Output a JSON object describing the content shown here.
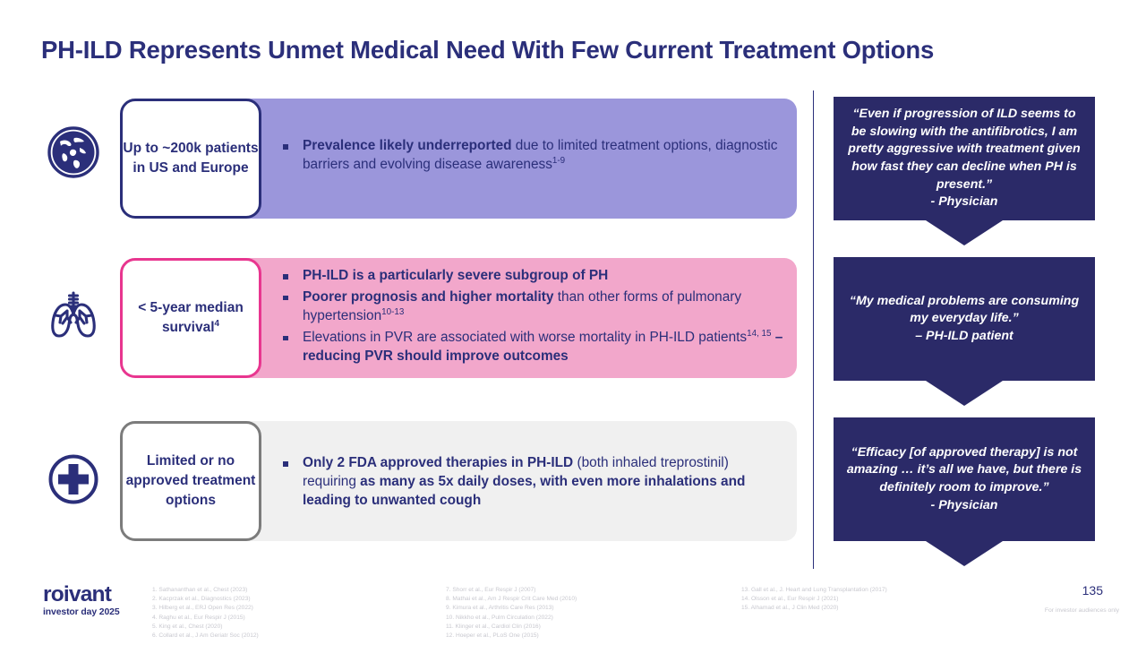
{
  "slide": {
    "title": "PH-ILD Represents Unmet Medical Need With Few Current Treatment Options",
    "page_number": "135",
    "disclaimer": "For investor audiences only"
  },
  "brand": {
    "name": "roivant",
    "tagline": "investor day 2025",
    "navy": "#2b2f7a",
    "quote_navy": "#2b2a68",
    "purple": "#9b96db",
    "pink": "#f2a7cb",
    "pink_border": "#e8368f",
    "gray": "#f0f0f0",
    "gray_border": "#7c7c7c"
  },
  "rows": [
    {
      "icon": "globe-icon",
      "pill": "Up to ~200k patients in US and Europe",
      "band_color": "purple",
      "bullets": [
        {
          "segments": [
            {
              "text": "Prevalence likely underreported",
              "bold": true
            },
            {
              "text": " due to limited treatment options, diagnostic barriers and evolving disease awareness",
              "bold": false
            },
            {
              "text": "1-9",
              "sup": true
            }
          ]
        }
      ]
    },
    {
      "icon": "lungs-icon",
      "pill": "< 5-year median survival",
      "pill_sup": "4",
      "band_color": "pink",
      "bullets": [
        {
          "segments": [
            {
              "text": "PH-ILD is a particularly severe subgroup of PH",
              "bold": true
            }
          ]
        },
        {
          "segments": [
            {
              "text": "Poorer prognosis and higher mortality",
              "bold": true
            },
            {
              "text": " than other forms of pulmonary hypertension",
              "bold": false
            },
            {
              "text": "10-13",
              "sup": true
            }
          ]
        },
        {
          "segments": [
            {
              "text": "Elevations in PVR are associated with worse mortality in PH-ILD patients",
              "bold": false
            },
            {
              "text": "14, 15",
              "sup": true
            },
            {
              "text": " – reducing PVR should improve outcomes",
              "bold": true
            }
          ]
        }
      ]
    },
    {
      "icon": "medical-cross-icon",
      "pill": "Limited or no approved treatment options",
      "band_color": "gray",
      "bullets": [
        {
          "segments": [
            {
              "text": "Only 2 FDA approved therapies in PH-ILD",
              "bold": true
            },
            {
              "text": " (both inhaled treprostinil) requiring ",
              "bold": false
            },
            {
              "text": "as many as 5x daily doses, with even more inhalations and leading to unwanted cough",
              "bold": true
            }
          ]
        }
      ]
    }
  ],
  "quotes": [
    {
      "text": "“Even if progression of ILD seems to be slowing with the antifibrotics, I am pretty aggressive with treatment given how fast they can decline when PH is present.”",
      "attribution": "- Physician"
    },
    {
      "text": "“My medical problems are consuming my everyday life.”",
      "attribution": "– PH-ILD patient"
    },
    {
      "text": "“Efficacy [of approved therapy] is not amazing … it’s all we have, but there is definitely room to improve.”",
      "attribution": "- Physician"
    }
  ],
  "references": {
    "column1": [
      "1. Sathananthan et al., Chest (2023)",
      "2. Kacprzak et al., Diagnostics (2023)",
      "3. Hilberg et al., ERJ Open Res (2022)",
      "4. Raghu et al., Eur Respir J (2015)",
      "5. King et al., Chest (2020)",
      "6. Collard et al., J Am Geriatr Soc (2012)"
    ],
    "column2": [
      "7. Shorr et al., Eur Respir J (2007)",
      "8. Mathai et al., Am J Respir Crit Care Med (2010)",
      "9. Kimura et al., Arthritis Care Res (2013)",
      "10. Nikkho et al., Pulm Circulation (2022)",
      "11. Klinger et al., Cardiol Clin (2016)",
      "12. Hoeper et al., PLoS One (2015)"
    ],
    "column3": [
      "13. Gall et al., J. Heart and Lung Transplantation (2017)",
      "14. Olsson et al., Eur Respir J (2021)",
      "15. Alhamad et al., J Clin Med (2020)"
    ]
  }
}
